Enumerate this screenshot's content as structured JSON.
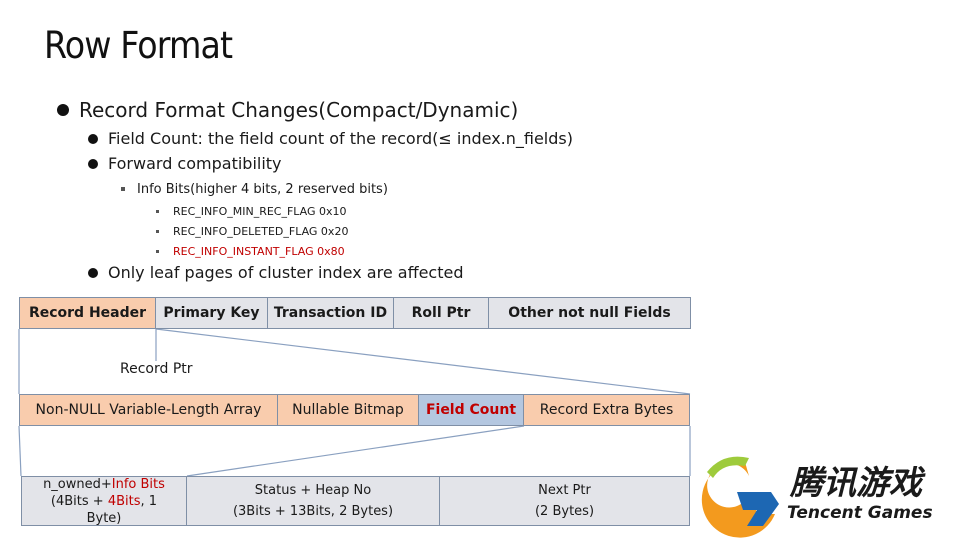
{
  "title": "Row Format",
  "bullets": {
    "main": "Record Format Changes(Compact/Dynamic)",
    "field_count": "Field Count: the field count of the record(≤ index.n_fields)",
    "forward_compat": "Forward compatibility",
    "info_bits": "Info Bits(higher 4 bits, 2 reserved bits)",
    "flags": [
      "REC_INFO_MIN_REC_FLAG 0x10",
      "REC_INFO_DELETED_FLAG 0x20",
      "REC_INFO_INSTANT_FLAG 0x80"
    ],
    "leaf_only": "Only leaf pages of cluster index are  affected"
  },
  "row1": {
    "record_header": "Record Header",
    "primary_key": "Primary Key",
    "transaction_id": "Transaction ID",
    "roll_ptr": "Roll Ptr",
    "other_fields": "Other not null Fields"
  },
  "record_ptr_label": "Record Ptr",
  "row2": {
    "nvla": "Non-NULL Variable-Length Array",
    "nullable_bitmap": "Nullable Bitmap",
    "field_count": "Field Count",
    "record_extra_bytes": "Record Extra Bytes"
  },
  "row3": {
    "n_owned_prefix": "n_owned+",
    "n_owned_info": "Info Bits",
    "n_owned_line2a": "(4Bits + ",
    "n_owned_line2b": "4Bits",
    "n_owned_line2c": ", 1",
    "n_owned_line3": "Byte)",
    "status_heap_1": "Status + Heap No",
    "status_heap_2": "(3Bits + 13Bits, 2 Bytes)",
    "next_ptr_1": "Next Ptr",
    "next_ptr_2": "(2 Bytes)"
  },
  "logo": {
    "chinese": "腾讯游戏",
    "english": "Tencent Games"
  },
  "colors": {
    "peach": "#f9ccad",
    "gray": "#e3e4e9",
    "blue": "#b4c7e0",
    "red": "#c00000",
    "logo_orange": "#f39a1e",
    "logo_blue": "#1d67b3"
  }
}
